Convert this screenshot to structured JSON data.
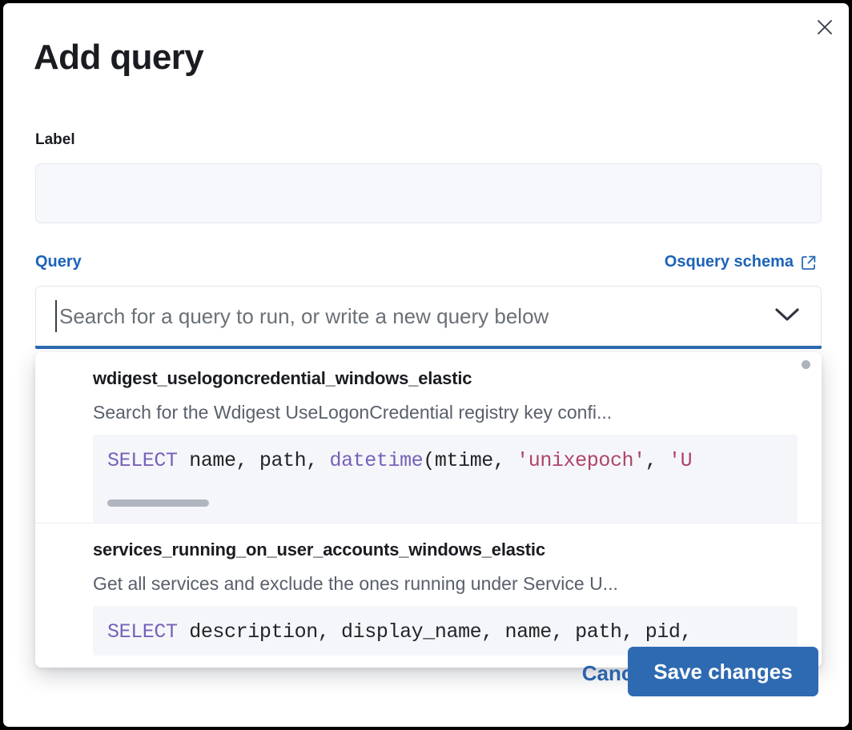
{
  "modal": {
    "title": "Add query",
    "close_icon": "close-icon"
  },
  "label_field": {
    "caption": "Label",
    "value": "",
    "placeholder": ""
  },
  "query_field": {
    "caption": "Query",
    "schema_link_label": "Osquery schema",
    "schema_link_icon": "external-link-icon",
    "search_value": "",
    "search_placeholder": "Search for a query to run, or write a new query below",
    "chevron_icon": "chevron-down-icon"
  },
  "dropdown": {
    "items": [
      {
        "title": "wdigest_uselogoncredential_windows_elastic",
        "description": "Search for the Wdigest UseLogonCredential registry key confi...",
        "code_segments": [
          {
            "text": "SELECT",
            "type": "keyword"
          },
          {
            "text": " name, path, ",
            "type": "plain"
          },
          {
            "text": "datetime",
            "type": "keyword"
          },
          {
            "text": "(mtime, ",
            "type": "plain"
          },
          {
            "text": "'unixepoch'",
            "type": "string"
          },
          {
            "text": ", ",
            "type": "plain"
          },
          {
            "text": "'U",
            "type": "string"
          }
        ]
      },
      {
        "title": "services_running_on_user_accounts_windows_elastic",
        "description": "Get all services and exclude the ones running under Service U...",
        "code_segments": [
          {
            "text": "SELECT",
            "type": "keyword"
          },
          {
            "text": " description, display_name, name, path, pid,",
            "type": "plain"
          }
        ]
      }
    ]
  },
  "footer": {
    "cancel_label": "Cancel",
    "save_label": "Save changes"
  },
  "colors": {
    "accent_blue": "#2e6ab1",
    "link_blue": "#1c63b8",
    "keyword_purple": "#7662b8",
    "string_rose": "#b0436a",
    "code_bg": "#f5f6fa",
    "input_bg": "#f7f8fc",
    "text_dark": "#1a1c21",
    "text_muted": "#595f6b"
  }
}
